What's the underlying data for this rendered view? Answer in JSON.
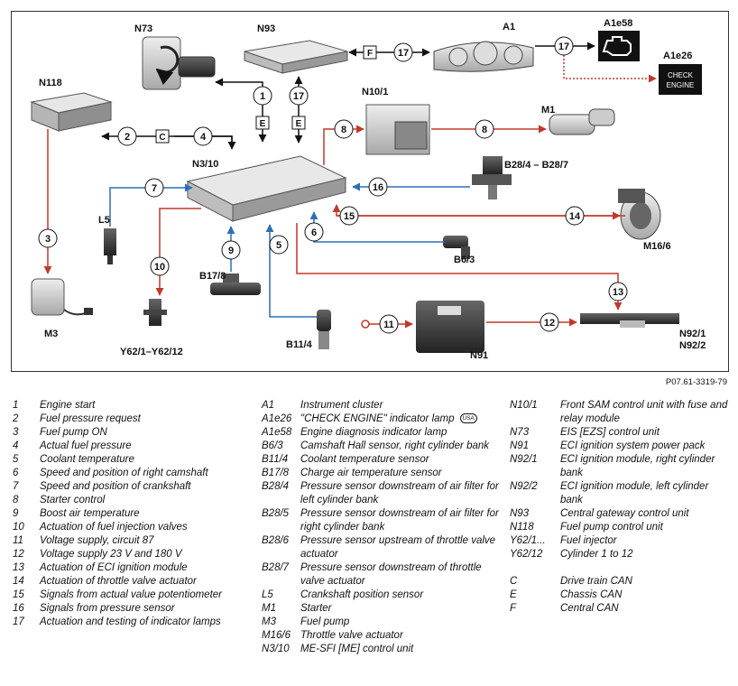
{
  "diagram": {
    "components": {
      "N73": "N73",
      "N93": "N93",
      "A1": "A1",
      "A1e58": "A1e58",
      "A1e26": "A1e26",
      "N118": "N118",
      "N10_1": "N10/1",
      "M1": "M1",
      "N3_10": "N3/10",
      "B28": "B28/4 – B28/7",
      "L5": "L5",
      "B17_8": "B17/8",
      "B6_3": "B6/3",
      "M16_6": "M16/6",
      "M3": "M3",
      "Y62": "Y62/1–Y62/12",
      "B11_4": "B11/4",
      "N91": "N91",
      "N92": "N92/1\nN92/2"
    },
    "check_engine_text": [
      "CHECK",
      "ENGINE"
    ],
    "bus_labels": {
      "C": "C",
      "E": "E",
      "F": "F"
    },
    "connection_numbers": [
      "1",
      "2",
      "3",
      "4",
      "5",
      "6",
      "7",
      "8",
      "9",
      "10",
      "11",
      "12",
      "13",
      "14",
      "15",
      "16",
      "17"
    ],
    "colors": {
      "red": "#c0392b",
      "blue": "#2e6fb3",
      "black": "#111111",
      "dashed_red": "#c0392b"
    }
  },
  "reference_code": "P07.61-3319-79",
  "legend": {
    "numbers": [
      {
        "key": "1",
        "text": "Engine start"
      },
      {
        "key": "2",
        "text": "Fuel pressure request"
      },
      {
        "key": "3",
        "text": "Fuel pump ON"
      },
      {
        "key": "4",
        "text": "Actual fuel pressure"
      },
      {
        "key": "5",
        "text": "Coolant temperature"
      },
      {
        "key": "6",
        "text": "Speed and position of right camshaft"
      },
      {
        "key": "7",
        "text": "Speed and position of crankshaft"
      },
      {
        "key": "8",
        "text": "Starter control"
      },
      {
        "key": "9",
        "text": "Boost air temperature"
      },
      {
        "key": "10",
        "text": "Actuation of fuel injection valves"
      },
      {
        "key": "11",
        "text": "Voltage supply, circuit 87"
      },
      {
        "key": "12",
        "text": "Voltage supply 23 V and 180 V"
      },
      {
        "key": "13",
        "text": "Actuation of ECI ignition module"
      },
      {
        "key": "14",
        "text": "Actuation of throttle valve actuator"
      },
      {
        "key": "15",
        "text": "Signals from actual value potentiometer"
      },
      {
        "key": "16",
        "text": "Signals from pressure sensor"
      },
      {
        "key": "17",
        "text": "Actuation and testing of indicator lamps"
      }
    ],
    "components_a": [
      {
        "key": "A1",
        "text": "Instrument cluster"
      },
      {
        "key": "A1e26",
        "text": "\"CHECK ENGINE\" indicator lamp",
        "badge": "USA"
      },
      {
        "key": "A1e58",
        "text": "Engine diagnosis indicator lamp"
      },
      {
        "key": "B6/3",
        "text": "Camshaft Hall sensor, right cylinder bank"
      },
      {
        "key": "B11/4",
        "text": "Coolant temperature sensor"
      },
      {
        "key": "B17/8",
        "text": "Charge air temperature sensor"
      },
      {
        "key": "B28/4",
        "text": "Pressure sensor downstream of air filter for left cylinder bank"
      },
      {
        "key": "B28/5",
        "text": "Pressure sensor downstream of air filter for right cylinder bank"
      },
      {
        "key": "B28/6",
        "text": "Pressure sensor upstream of throttle valve actuator"
      },
      {
        "key": "B28/7",
        "text": "Pressure sensor downstream of throttle valve actuator"
      },
      {
        "key": "L5",
        "text": "Crankshaft position sensor"
      },
      {
        "key": "M1",
        "text": "Starter"
      },
      {
        "key": "M3",
        "text": "Fuel pump"
      },
      {
        "key": "M16/6",
        "text": "Throttle valve actuator"
      },
      {
        "key": "N3/10",
        "text": "ME-SFI [ME] control unit"
      }
    ],
    "components_b": [
      {
        "key": "N10/1",
        "text": "Front SAM control unit with fuse and relay module"
      },
      {
        "key": "N73",
        "text": "EIS [EZS] control unit"
      },
      {
        "key": "N91",
        "text": "ECI ignition system power pack"
      },
      {
        "key": "N92/1",
        "text": "ECI ignition module, right cylinder bank"
      },
      {
        "key": "N92/2",
        "text": "ECI ignition module, left cylinder bank"
      },
      {
        "key": "N93",
        "text": "Central gateway control unit"
      },
      {
        "key": "N118",
        "text": "Fuel pump control unit"
      },
      {
        "key": "Y62/1...",
        "text": "Fuel injector"
      },
      {
        "key": "Y62/12",
        "text": "Cylinder 1 to 12"
      }
    ],
    "buses": [
      {
        "key": "C",
        "text": "Drive train CAN"
      },
      {
        "key": "E",
        "text": "Chassis CAN"
      },
      {
        "key": "F",
        "text": "Central CAN"
      }
    ]
  }
}
